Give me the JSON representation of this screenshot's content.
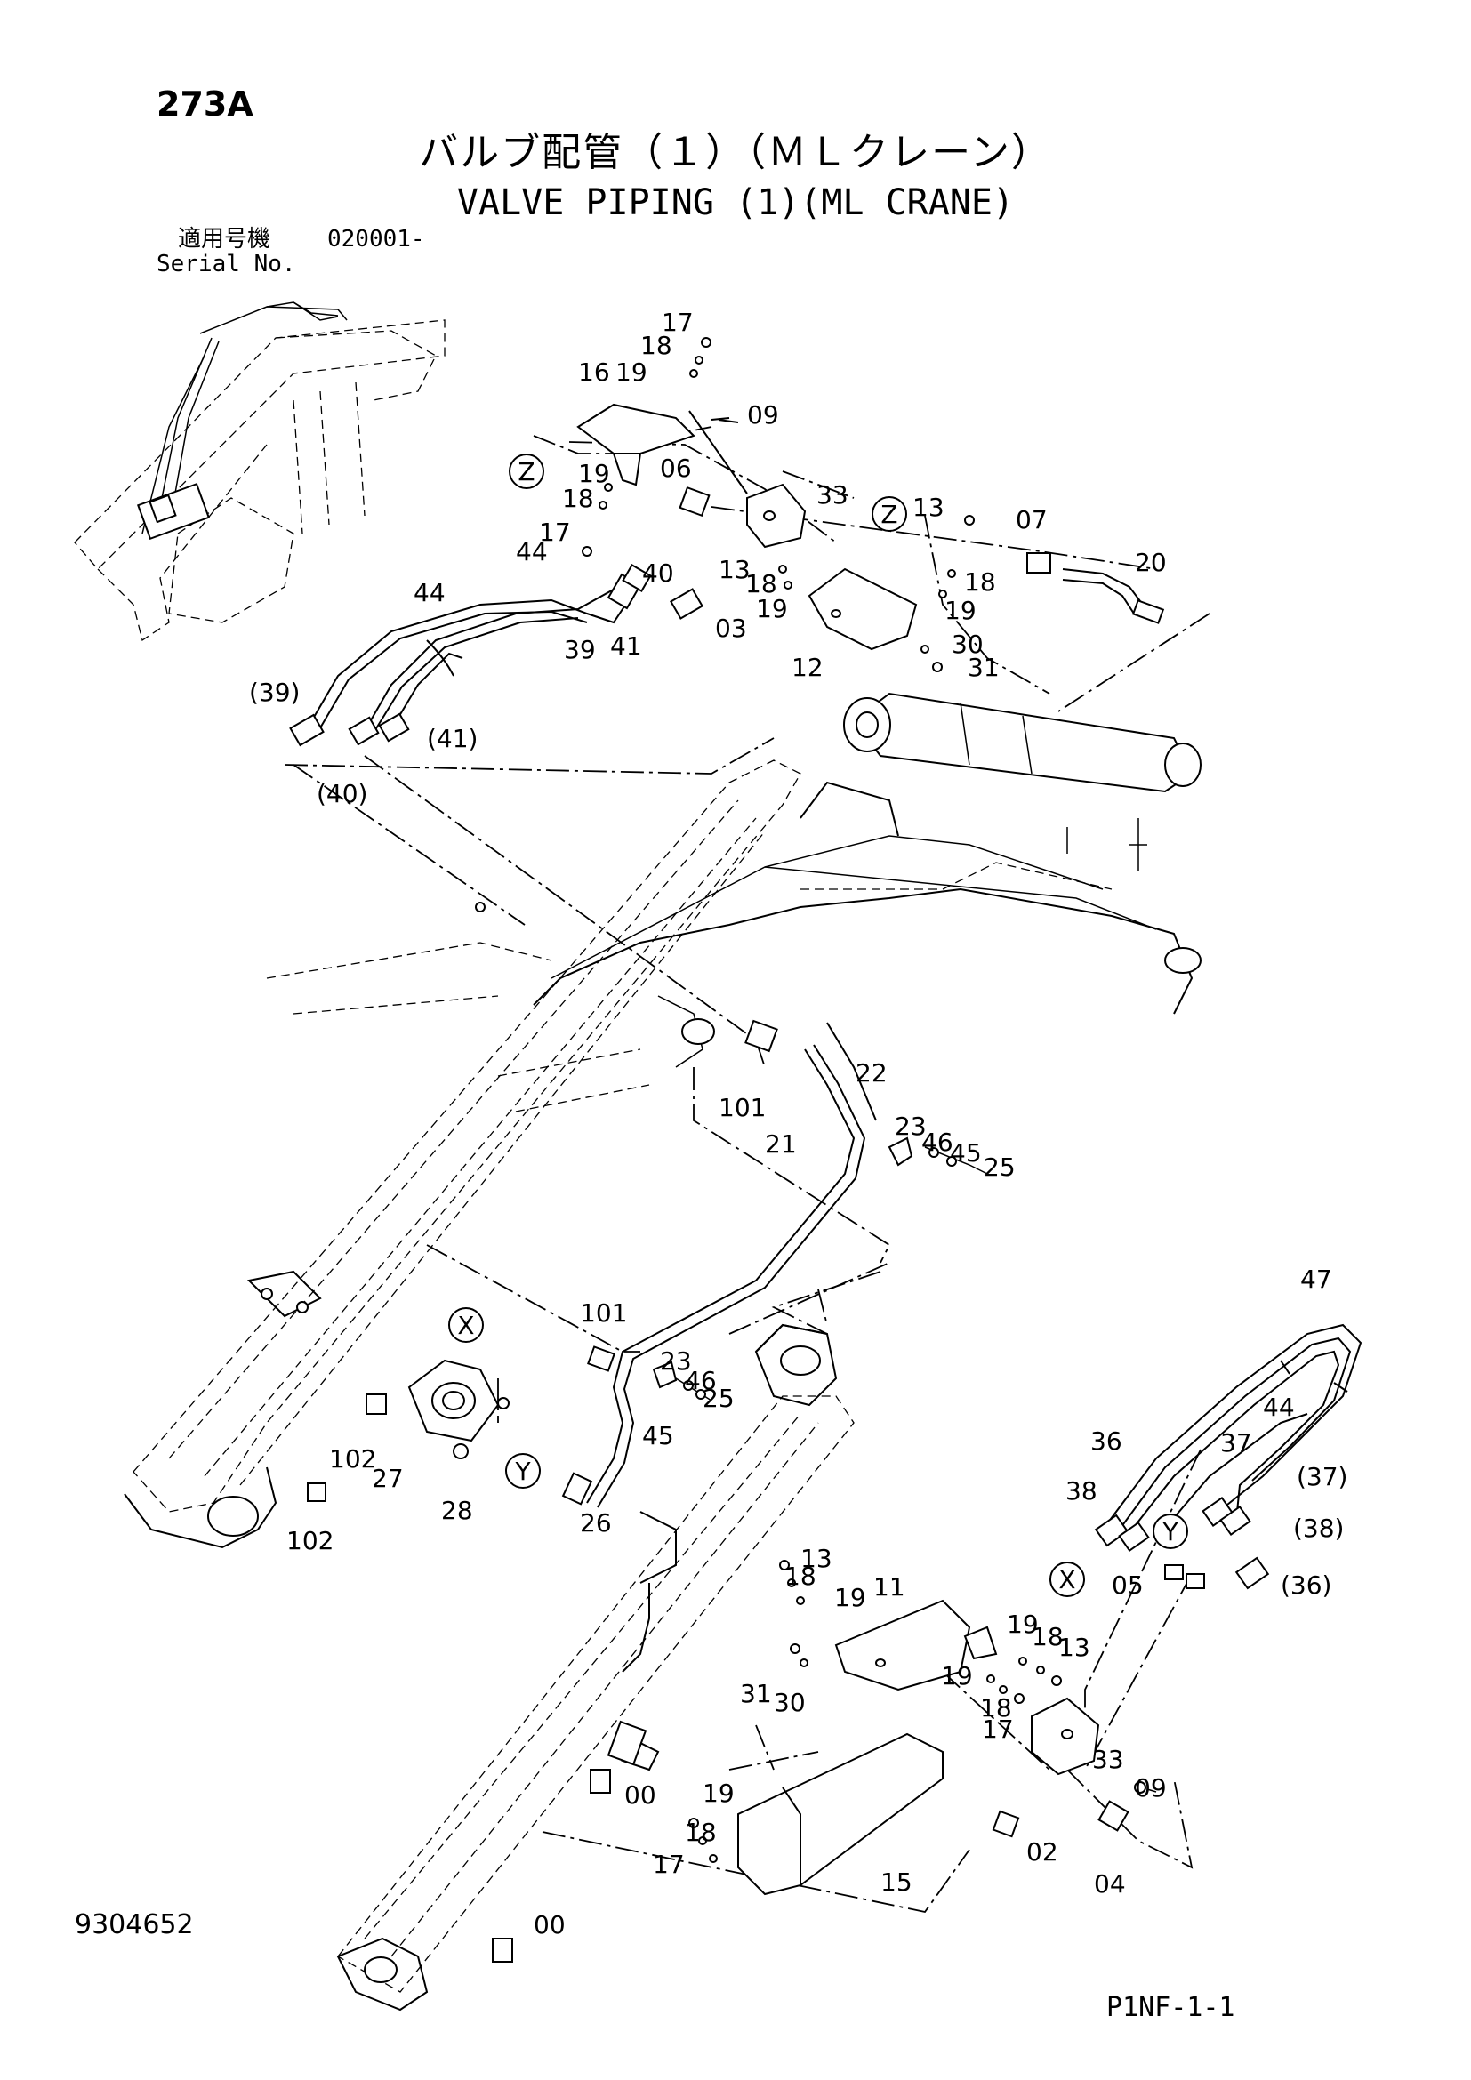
{
  "header": {
    "page_code": "273A",
    "title_jp": "バルブ配管（１）（ＭＬクレーン）",
    "title_en": "VALVE PIPING (1)(ML CRANE)",
    "serial_label_jp": "適用号機",
    "serial_number": "020001-",
    "serial_label_en": "Serial No."
  },
  "footer": {
    "drawing_number": "9304652",
    "sheet_code": "P1NF-1-1"
  },
  "view_markers": [
    "Z",
    "Z",
    "X",
    "Y",
    "X",
    "Y"
  ],
  "callouts": [
    "17",
    "18",
    "16",
    "19",
    "09",
    "19",
    "06",
    "18",
    "33",
    "13",
    "07",
    "17",
    "44",
    "40",
    "13",
    "18",
    "18",
    "20",
    "44",
    "19",
    "19",
    "39",
    "41",
    "03",
    "30",
    "31",
    "12",
    "(39)",
    "(41)",
    "(40)",
    "22",
    "101",
    "23",
    "46",
    "45",
    "21",
    "25",
    "47",
    "101",
    "23",
    "46",
    "25",
    "44",
    "45",
    "36",
    "37",
    "102",
    "27",
    "38",
    "(37)",
    "28",
    "26",
    "(38)",
    "102",
    "13",
    "18",
    "05",
    "(36)",
    "19",
    "11",
    "19",
    "18",
    "13",
    "19",
    "31",
    "30",
    "18",
    "17",
    "33",
    "00",
    "19",
    "09",
    "18",
    "17",
    "02",
    "04",
    "15",
    "00"
  ]
}
